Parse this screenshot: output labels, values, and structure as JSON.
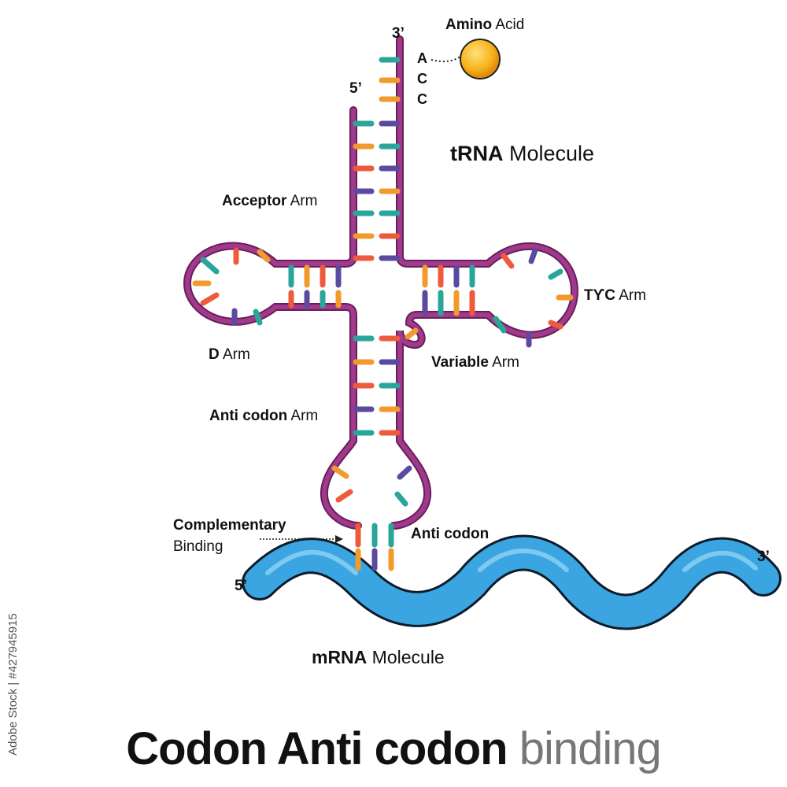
{
  "labels": {
    "three_prime_top": "3’",
    "five_prime_top": "5’",
    "nucleotide_a": "A",
    "nucleotide_c1": "C",
    "nucleotide_c2": "C",
    "amino_acid_bold": "Amino",
    "amino_acid_rest": " Acid",
    "trna_bold": "tRNA",
    "trna_rest": " Molecule",
    "acceptor_bold": "Acceptor",
    "acceptor_rest": " Arm",
    "tyc_bold": "TϒC",
    "tyc_rest": " Arm",
    "d_bold": "D",
    "d_rest": " Arm",
    "variable_bold": "Variable",
    "variable_rest": " Arm",
    "anticodon_arm_bold": "Anti codon",
    "anticodon_arm_rest": " Arm",
    "complementary_bold": "Complementary",
    "complementary_rest": "Binding",
    "anticodon": "Anti codon",
    "mrna_five_prime": "5’",
    "mrna_three_prime": "3’",
    "mrna_bold": "mRNA",
    "mrna_rest": " Molecule"
  },
  "title": {
    "bold": "Codon Anti codon",
    "light": " binding"
  },
  "watermark_id": "427945915",
  "watermark_site": "Adobe Stock |",
  "colors": {
    "backbone": "#a03a8a",
    "backbone_edge": "#6a1d5c",
    "teal": "#2aa59a",
    "orange": "#f39a2e",
    "red": "#ee5a3c",
    "purple": "#5b4aa0",
    "mrna": "#3aa5e0",
    "mrna_edge": "#0d1b2a",
    "amino": "#f7b21a"
  }
}
